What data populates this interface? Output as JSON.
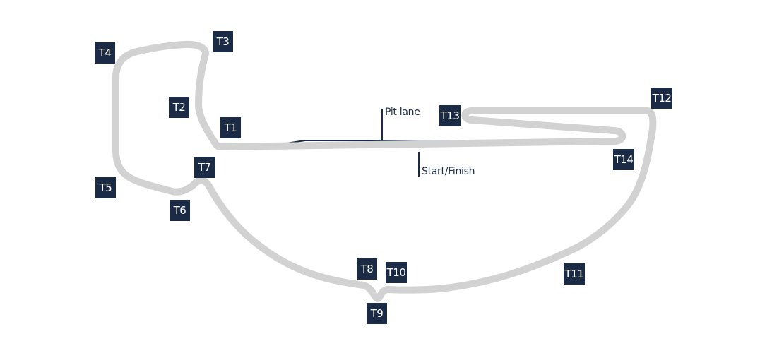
{
  "map": {
    "track_color": "#d2d2d2",
    "pit_lane_color": "#1b2b46",
    "badge_color": "#1b2b46",
    "annotations": {
      "pit_lane": "Pit lane",
      "start_finish": "Start/Finish"
    },
    "turns": [
      "T1",
      "T2",
      "T3",
      "T4",
      "T5",
      "T6",
      "T7",
      "T8",
      "T9",
      "T10",
      "T11",
      "T12",
      "T13",
      "T14"
    ]
  }
}
